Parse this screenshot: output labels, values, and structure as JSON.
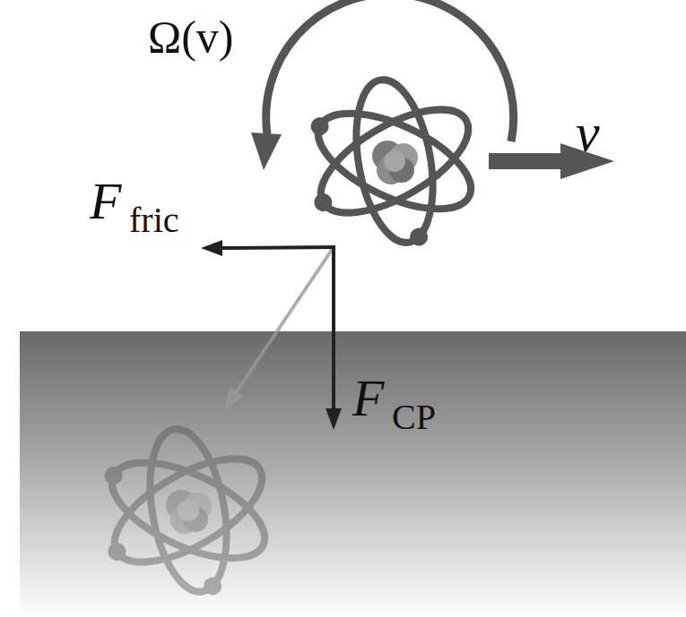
{
  "diagram": {
    "labels": [
      "Ω(v)",
      "v",
      "F",
      "fric",
      "F",
      "CP"
    ]
  }
}
